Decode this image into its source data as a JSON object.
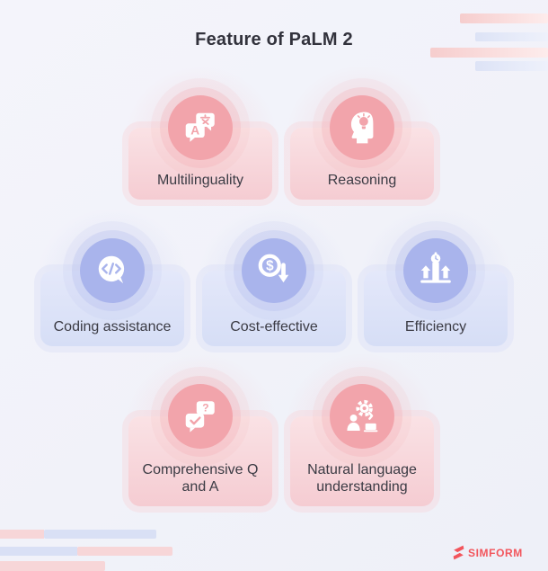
{
  "title": "Feature of PaLM 2",
  "cards": [
    {
      "label": "Multilinguality",
      "theme": "pink",
      "icon": "translation-bubbles-icon"
    },
    {
      "label": "Reasoning",
      "theme": "pink",
      "icon": "head-lightbulb-icon"
    },
    {
      "label": "Coding assistance",
      "theme": "blue",
      "icon": "code-speech-bubble-icon"
    },
    {
      "label": "Cost-effective",
      "theme": "blue",
      "icon": "dollar-down-arrow-icon"
    },
    {
      "label": "Efficiency",
      "theme": "blue",
      "icon": "stopwatch-growth-icon"
    },
    {
      "label": "Comprehensive Q and A",
      "theme": "pink",
      "icon": "question-check-bubbles-icon"
    },
    {
      "label": "Natural language understanding",
      "theme": "pink",
      "icon": "gear-person-laptop-icon"
    }
  ],
  "branding": {
    "logo_text": "SIMFORM",
    "logo_color": "#f2555c"
  },
  "colors": {
    "background": "#f1f2f9",
    "pink_badge": "#f2a4ab",
    "pink_card_top": "#fae2e5",
    "pink_card_bottom": "#f5ccd2",
    "blue_badge": "#a9b4ec",
    "blue_card_top": "#e4e8fa",
    "blue_card_bottom": "#d6def6",
    "title_text": "#32323c",
    "label_text": "#3b3b44",
    "brand_red": "#f2555c"
  }
}
